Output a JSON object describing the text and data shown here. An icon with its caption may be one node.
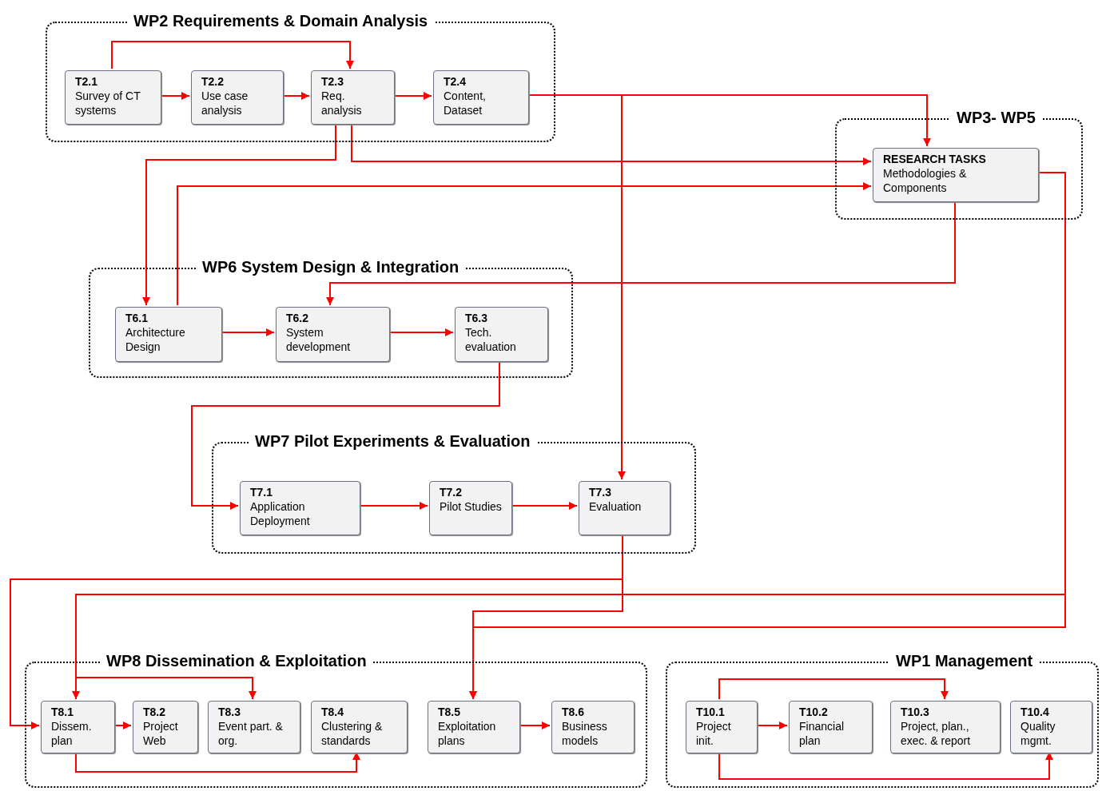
{
  "diagram": {
    "nodes": [
      {
        "text": [
          "WP2 Requirements & Domain Analysis"
        ]
      },
      {
        "text": [
          "T2.1",
          "Survey of CT systems"
        ],
        "in": 0
      },
      {
        "text": [
          "T2.2",
          "Use case analysis"
        ],
        "in": 0
      },
      {
        "text": [
          "T2.3",
          "Req. analysis"
        ],
        "in": 0
      },
      {
        "text": [
          "T2.4",
          "Content, Dataset"
        ],
        "in": 0
      },
      {
        "text": [
          "WP3- WP5"
        ]
      },
      {
        "text": [
          "RESEARCH TASKS",
          "Methodologies & Components"
        ],
        "in": 5
      },
      {
        "text": [
          "WP6 System Design & Integration"
        ]
      },
      {
        "text": [
          "T6.1",
          "Architecture Design"
        ],
        "in": 7
      },
      {
        "text": [
          "T6.2",
          "System development"
        ],
        "in": 7
      },
      {
        "text": [
          "T6.3",
          "Tech. evaluation"
        ],
        "in": 7
      },
      {
        "text": [
          "WP7 Pilot Experiments & Evaluation"
        ]
      },
      {
        "text": [
          "T7.1",
          "Application Deployment"
        ],
        "in": 11
      },
      {
        "text": [
          "T7.2",
          "Pilot Studies"
        ],
        "in": 11
      },
      {
        "text": [
          "T7.3",
          "Evaluation"
        ],
        "in": 11
      },
      {
        "text": [
          "WP8 Dissemination & Exploitation"
        ]
      },
      {
        "text": [
          "T8.1",
          "Dissem. plan"
        ],
        "in": 15
      },
      {
        "text": [
          "T8.2",
          "Project Web"
        ],
        "in": 15
      },
      {
        "text": [
          "T8.3",
          "Event part. & org."
        ],
        "in": 15
      },
      {
        "text": [
          "T8.4",
          "Clustering & standards"
        ],
        "in": 15
      },
      {
        "text": [
          "T8.5",
          "Exploitation plans"
        ],
        "in": 15
      },
      {
        "text": [
          "T8.6",
          "Business models"
        ],
        "in": 15
      },
      {
        "text": [
          "WP1 Management"
        ]
      },
      {
        "text": [
          "T10.1",
          "Project init."
        ],
        "in": 22
      },
      {
        "text": [
          "T10.2",
          "Financial plan"
        ],
        "in": 22
      },
      {
        "text": [
          "T10.3",
          "Project, plan., exec. & report"
        ],
        "in": 22
      },
      {
        "text": [
          "T10.4",
          "Quality mgmt."
        ],
        "in": 22
      }
    ],
    "edges": [
      {
        "from": 1,
        "to": 3,
        "arrow": "to"
      },
      {
        "from": 1,
        "to": 2,
        "arrow": "to"
      },
      {
        "from": 2,
        "to": 3,
        "arrow": "to"
      },
      {
        "from": 3,
        "to": 4,
        "arrow": "to"
      },
      {
        "from": 4,
        "to": 6,
        "arrow": "to"
      },
      {
        "from": 4,
        "to": 14,
        "arrow": "to"
      },
      {
        "from": 3,
        "to": 8,
        "arrow": "to"
      },
      {
        "from": 3,
        "to": 6,
        "arrow": "to"
      },
      {
        "from": 8,
        "to": 6,
        "arrow": "to"
      },
      {
        "from": 6,
        "to": 9,
        "arrow": "to"
      },
      {
        "from": 8,
        "to": 9,
        "arrow": "to"
      },
      {
        "from": 9,
        "to": 10,
        "arrow": "to"
      },
      {
        "from": 10,
        "to": 12,
        "arrow": "to"
      },
      {
        "from": 12,
        "to": 13,
        "arrow": "to"
      },
      {
        "from": 13,
        "to": 14,
        "arrow": "to"
      },
      {
        "from": 14,
        "to": 16,
        "arrow": "to"
      },
      {
        "from": 14,
        "to": 20,
        "arrow": "to"
      },
      {
        "from": 6,
        "to": 16,
        "arrow": "to"
      },
      {
        "from": 6,
        "to": 20,
        "arrow": "to"
      },
      {
        "from": 16,
        "to": 17,
        "arrow": "to"
      },
      {
        "from": 16,
        "to": 18,
        "arrow": "to"
      },
      {
        "from": 16,
        "to": 19,
        "arrow": "to"
      },
      {
        "from": 20,
        "to": 21,
        "arrow": "to"
      },
      {
        "from": 23,
        "to": 24,
        "arrow": "to"
      },
      {
        "from": 23,
        "to": 25,
        "arrow": "to"
      },
      {
        "from": 23,
        "to": 26,
        "arrow": "to"
      }
    ]
  }
}
